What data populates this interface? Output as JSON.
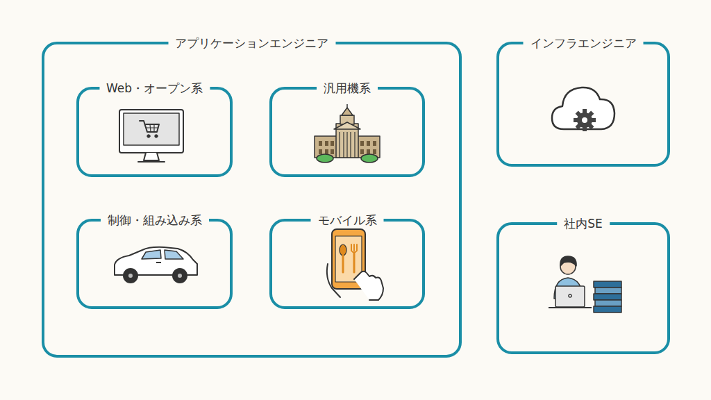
{
  "diagram": {
    "nodes": [
      {
        "text": [
          "アプリケーションエンジニア"
        ]
      },
      {
        "text": [
          "Web・オープン系"
        ],
        "in": 0
      },
      {
        "text": [
          "汎用機系"
        ],
        "in": 0
      },
      {
        "text": [
          "制御・組み込み系"
        ],
        "in": 0
      },
      {
        "text": [
          "モバイル系"
        ],
        "in": 0
      },
      {
        "text": [
          "インフラエンジニア"
        ]
      },
      {
        "text": [
          "社内SE"
        ]
      }
    ]
  }
}
